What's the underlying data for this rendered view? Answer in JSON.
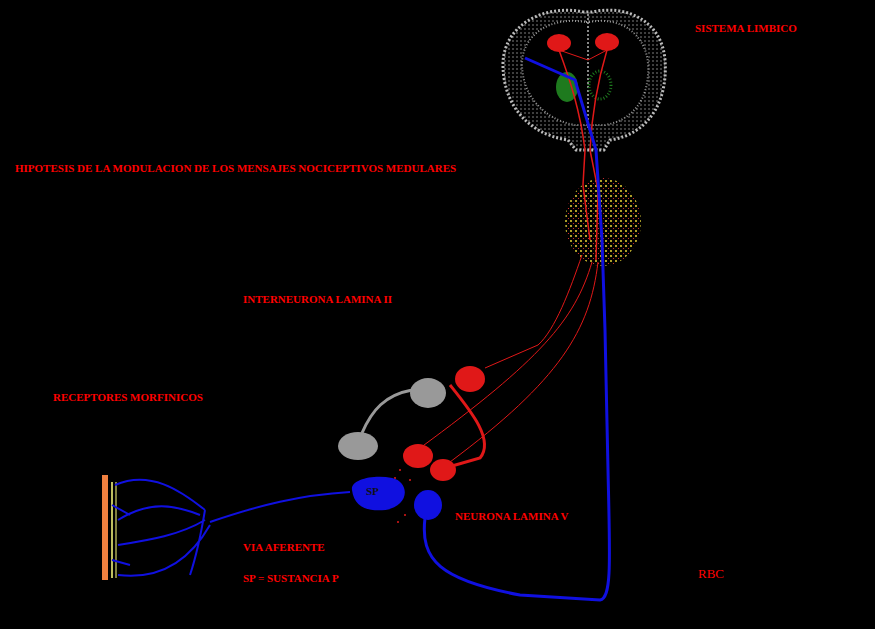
{
  "diagram": {
    "title": "HIPOTESIS DE LA MODULACION DE LOS MENSAJES NOCICEPTIVOS MEDULARES",
    "nodes": [
      {
        "text": [
          "SP"
        ]
      }
    ],
    "labels": [
      "SISTEMA LIMBICO",
      "INTERNEURONA LAMINA II",
      "RECEPTORES MORFINICOS",
      "NEURONA LAMINA V",
      "VIA AFERENTE",
      "SP = SUSTANCIA P",
      "RBC"
    ]
  }
}
